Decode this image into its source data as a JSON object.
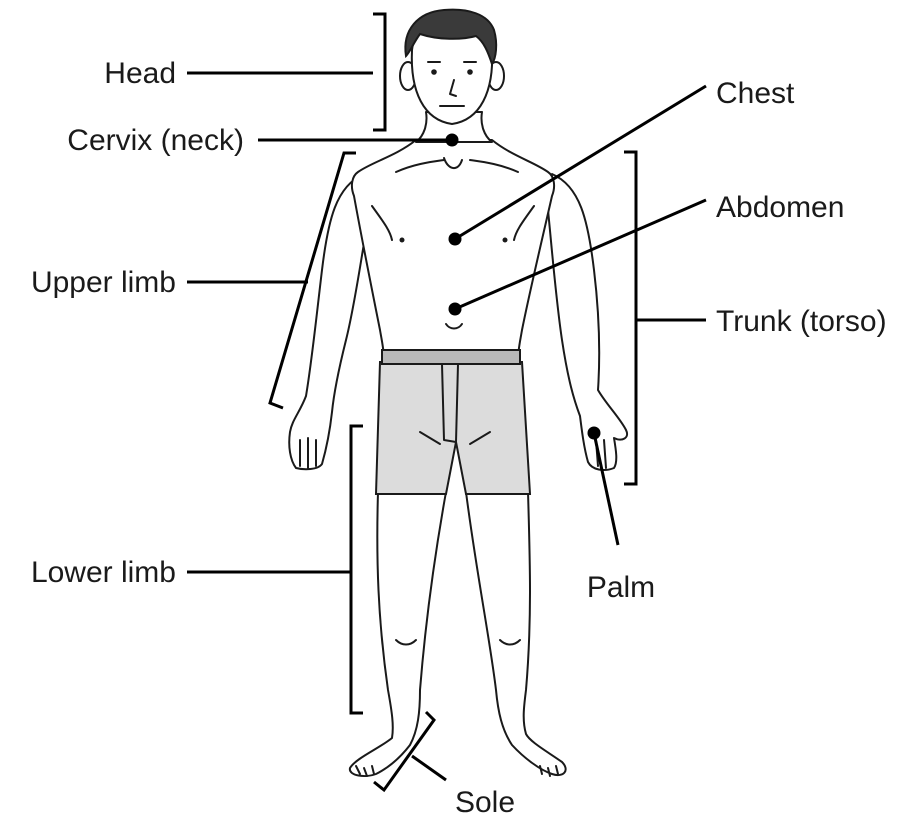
{
  "labels": {
    "head": "Head",
    "cervix": "Cervix (neck)",
    "upper_limb": "Upper limb",
    "lower_limb": "Lower limb",
    "chest": "Chest",
    "abdomen": "Abdomen",
    "trunk": "Trunk (torso)",
    "palm": "Palm",
    "sole": "Sole"
  },
  "colors": {
    "line": "#1a1a1a",
    "shorts_fill": "#dcdcdc",
    "waistband_fill": "#b9b9b9"
  }
}
